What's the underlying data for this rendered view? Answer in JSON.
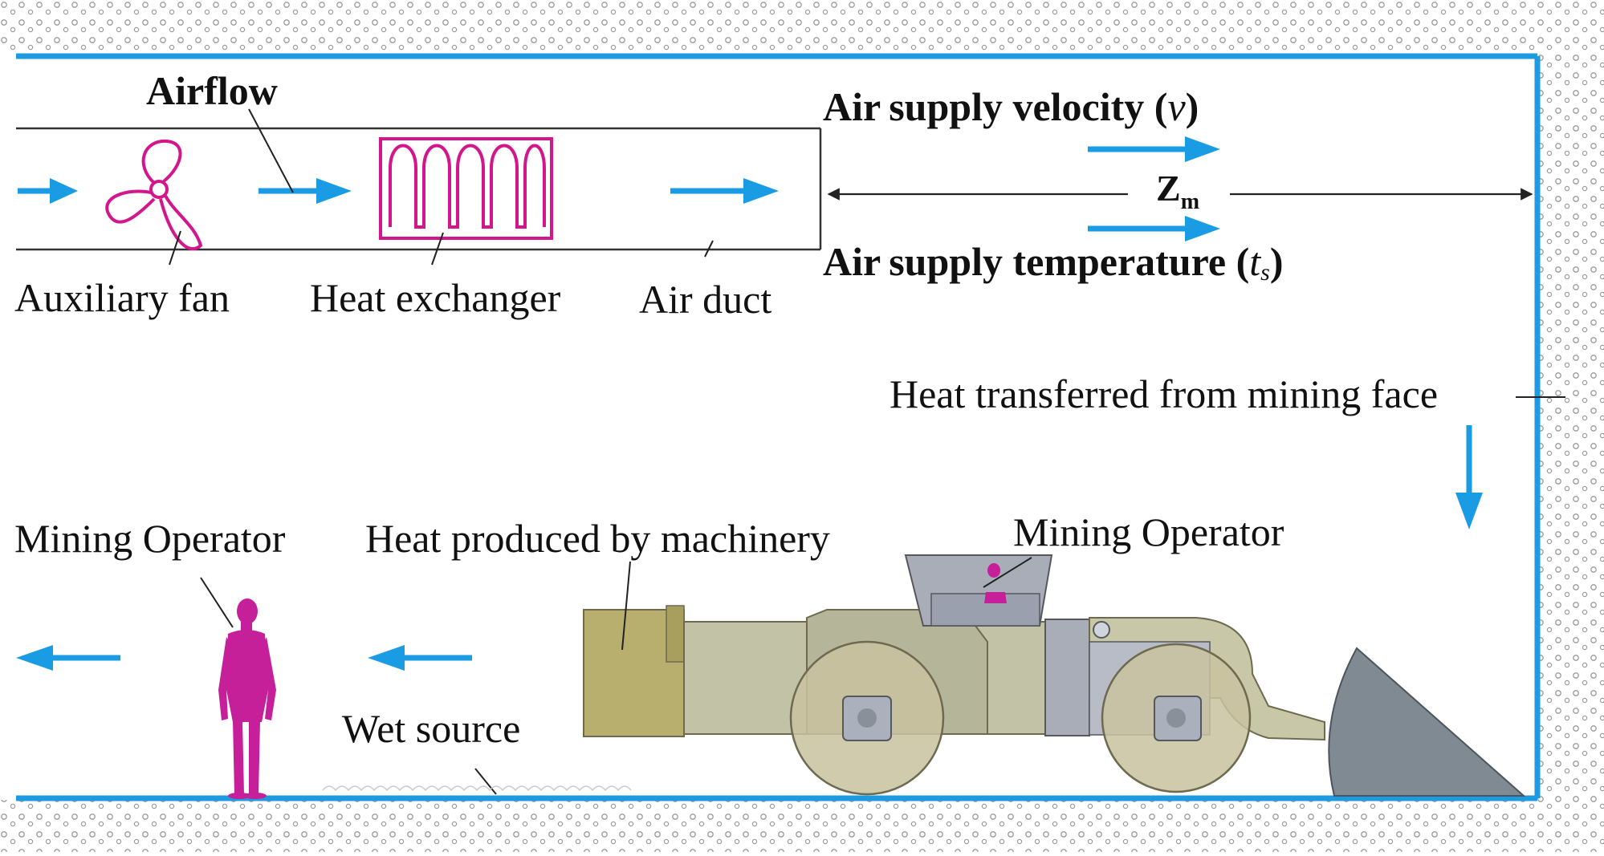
{
  "labels": {
    "airflow": "Airflow",
    "auxiliary_fan": "Auxiliary fan",
    "heat_exchanger": "Heat exchanger",
    "air_duct": "Air duct",
    "air_supply_velocity_prefix": "Air",
    "air_supply_velocity_text": "supply velocity (",
    "air_supply_velocity_symbol": "v",
    "air_supply_velocity_close": ")",
    "zm_main": "Z",
    "zm_sub": "m",
    "air_supply_temperature_prefix": "Air",
    "air_supply_temperature_text": "supply temperature (",
    "air_supply_temperature_symbol": "t",
    "air_supply_temperature_sub": "s",
    "air_supply_temperature_close": ")",
    "heat_mining_face": "Heat transferred from mining face",
    "mining_operator_left": "Mining Operator",
    "heat_machinery": "Heat produced by machinery",
    "mining_operator_cab": "Mining Operator",
    "wet_source": "Wet source"
  },
  "colors": {
    "wall": "#1e9be0",
    "arrow": "#1a9ce4",
    "fan": "#d4168c",
    "heat_exchanger": "#d4168c",
    "human": "#c51f9a",
    "duct": "#333333",
    "rock_dots": "#9a9a9a",
    "machine_body": "#c2c2a6",
    "machine_dark": "#a8a890",
    "machine_tank": "#b8ae6e",
    "bucket": "#7f8a92"
  },
  "icons": {
    "fan": "three-blade-fan-icon",
    "heat_exchanger": "serpentine-coil-icon",
    "operator": "human-figure-icon",
    "vehicle": "mining-loader-vehicle"
  }
}
